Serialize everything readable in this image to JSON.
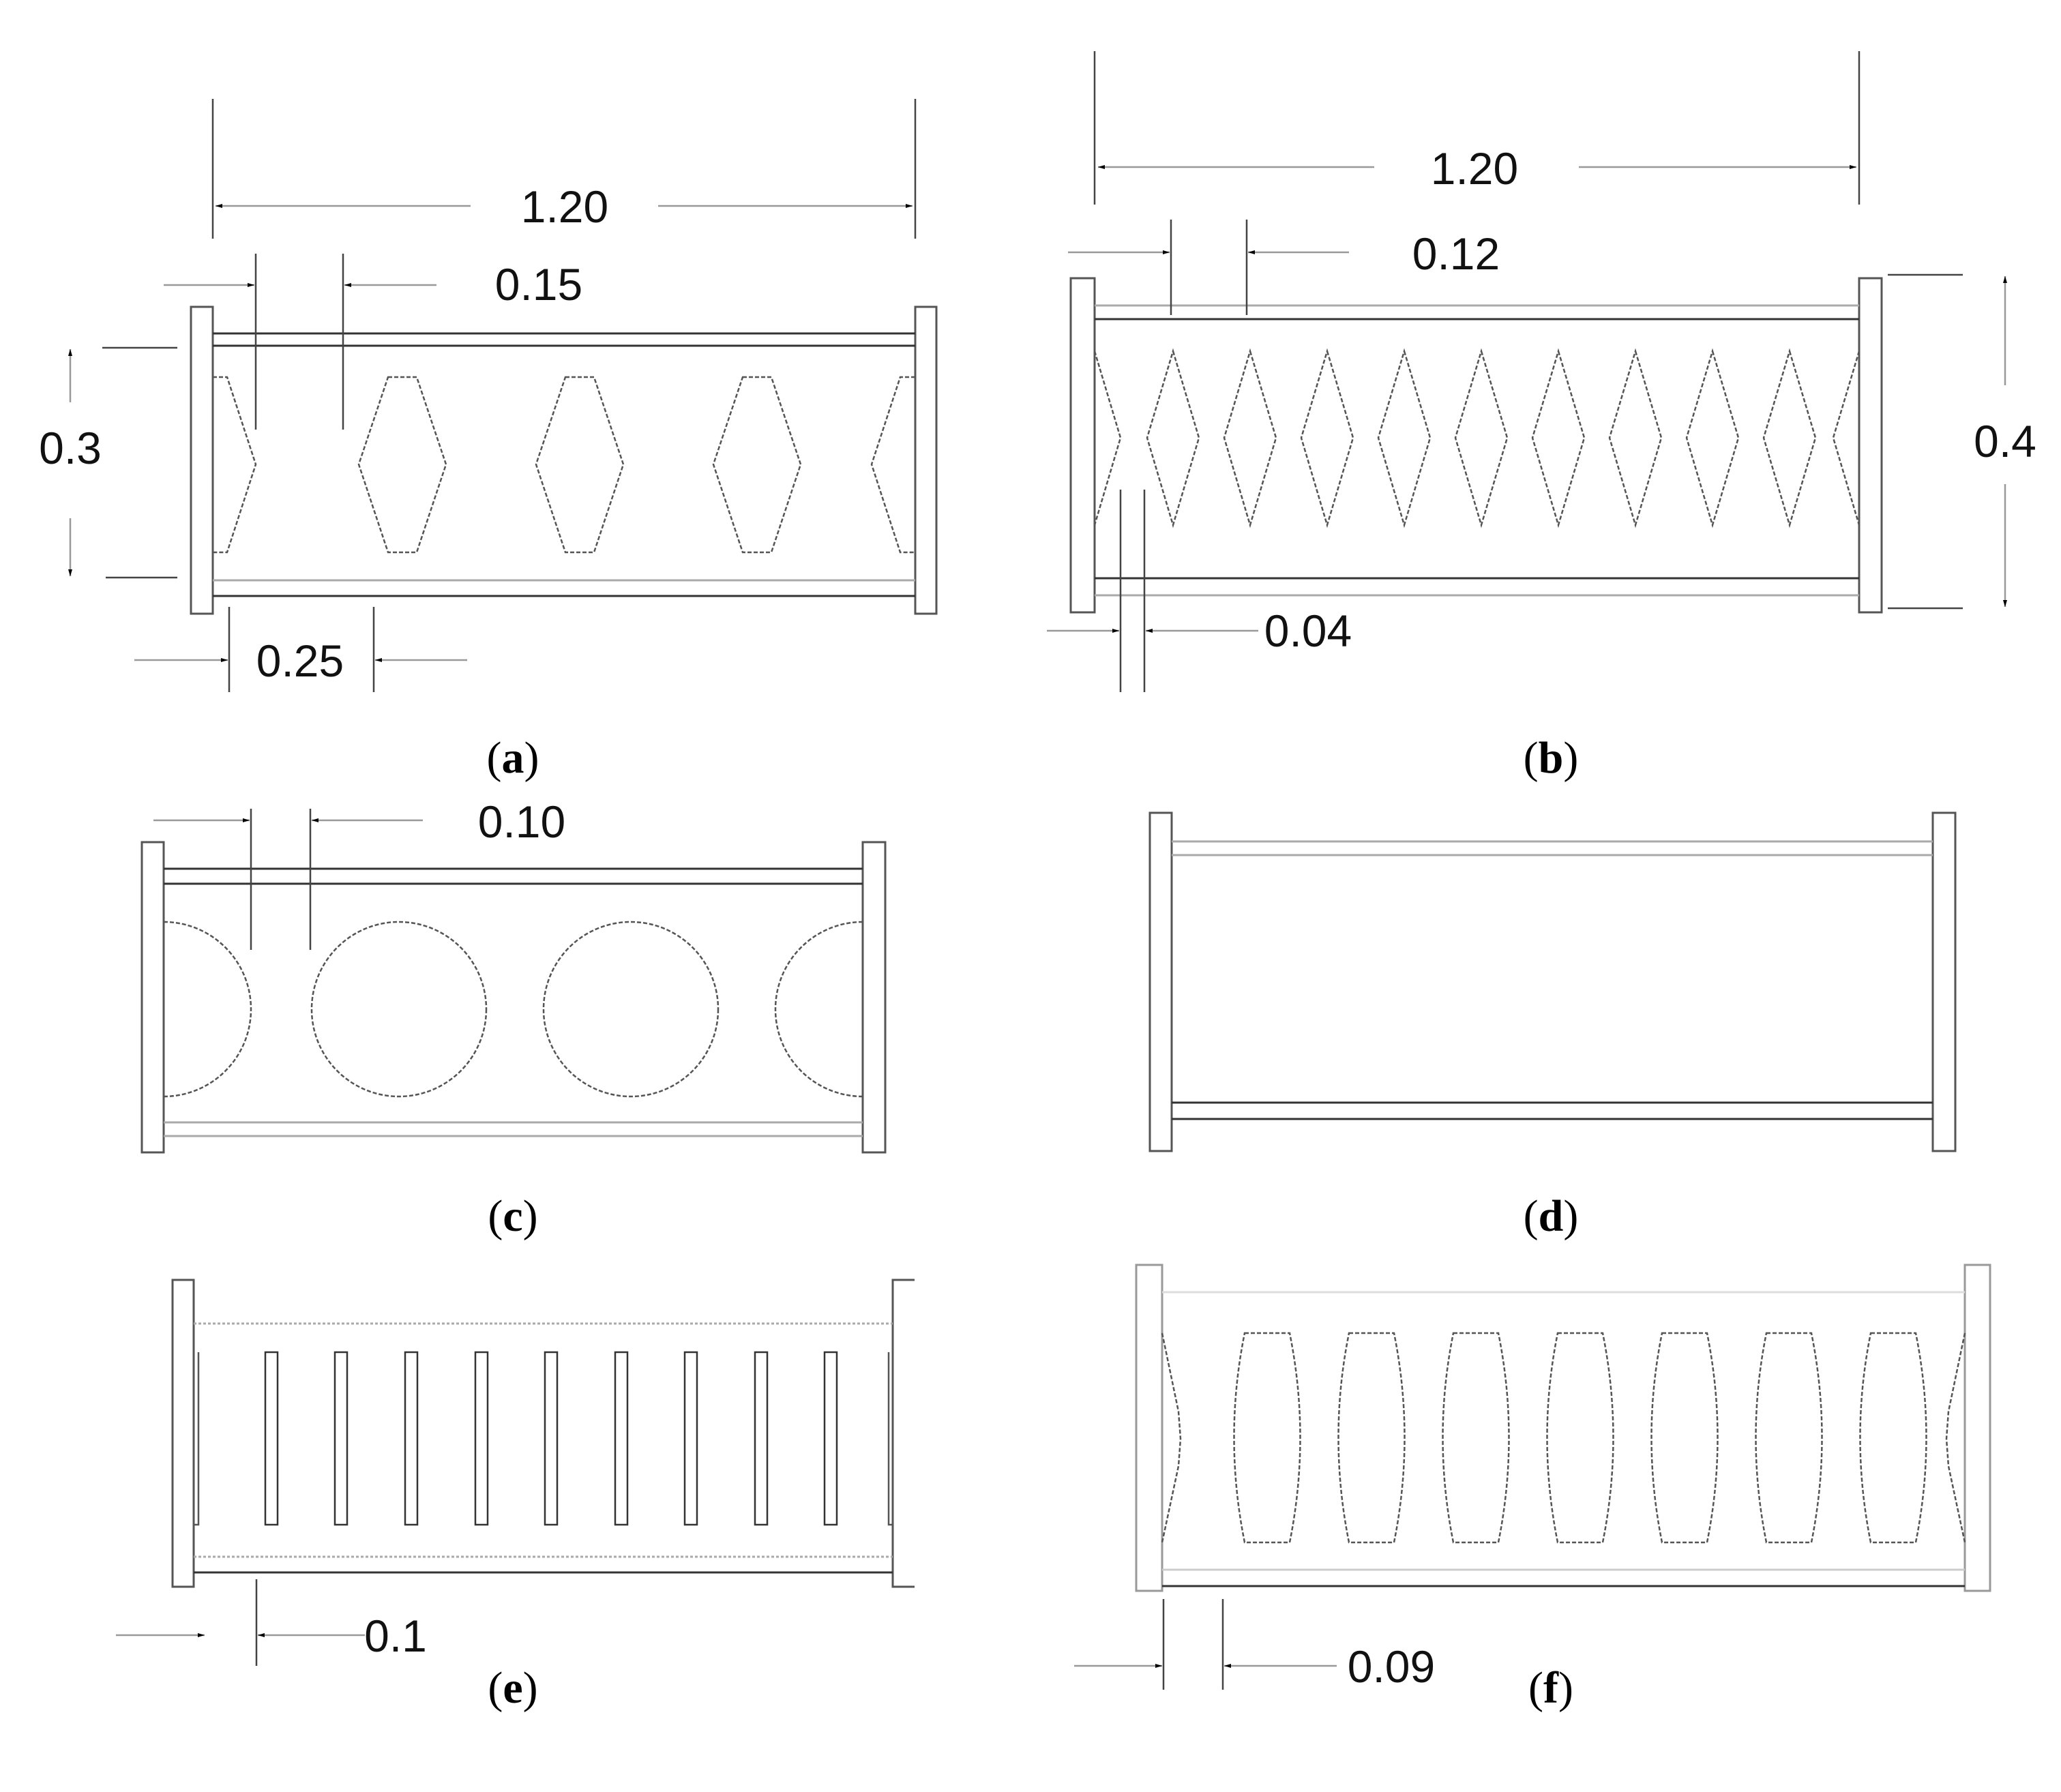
{
  "figure": {
    "panels": [
      {
        "id": "a",
        "caption": "a",
        "cutout_shape": "hexagon",
        "dimensions": {
          "overall_length": "1.20",
          "cutout_spacing": "0.15",
          "height": "0.3",
          "pitch": "0.25"
        }
      },
      {
        "id": "b",
        "caption": "b",
        "cutout_shape": "diamond",
        "dimensions": {
          "overall_length": "1.20",
          "cutout_width": "0.12",
          "height": "0.4",
          "gap": "0.04"
        }
      },
      {
        "id": "c",
        "caption": "c",
        "cutout_shape": "circle",
        "dimensions": {
          "gap": "0.10"
        }
      },
      {
        "id": "d",
        "caption": "d",
        "cutout_shape": "none",
        "dimensions": {}
      },
      {
        "id": "e",
        "caption": "e",
        "cutout_shape": "slot",
        "dimensions": {
          "slot_pitch": "0.1"
        }
      },
      {
        "id": "f",
        "caption": "f",
        "cutout_shape": "curved-hexagon",
        "dimensions": {
          "gap": "0.09"
        }
      }
    ]
  },
  "geometry": {
    "a_hex_centers": [
      590,
      850,
      1110
    ],
    "b_diamond_centers": [
      1720,
      1833,
      1946,
      2059,
      2172,
      2285,
      2398,
      2511,
      2624
    ],
    "c_circle_centers": [
      585,
      925
    ],
    "e_slot_x": [
      398,
      500,
      603,
      706,
      808,
      911,
      1013,
      1116,
      1218
    ],
    "f_cell_centers": [
      1858,
      2011,
      2164,
      2317,
      2470,
      2623,
      2776
    ]
  }
}
